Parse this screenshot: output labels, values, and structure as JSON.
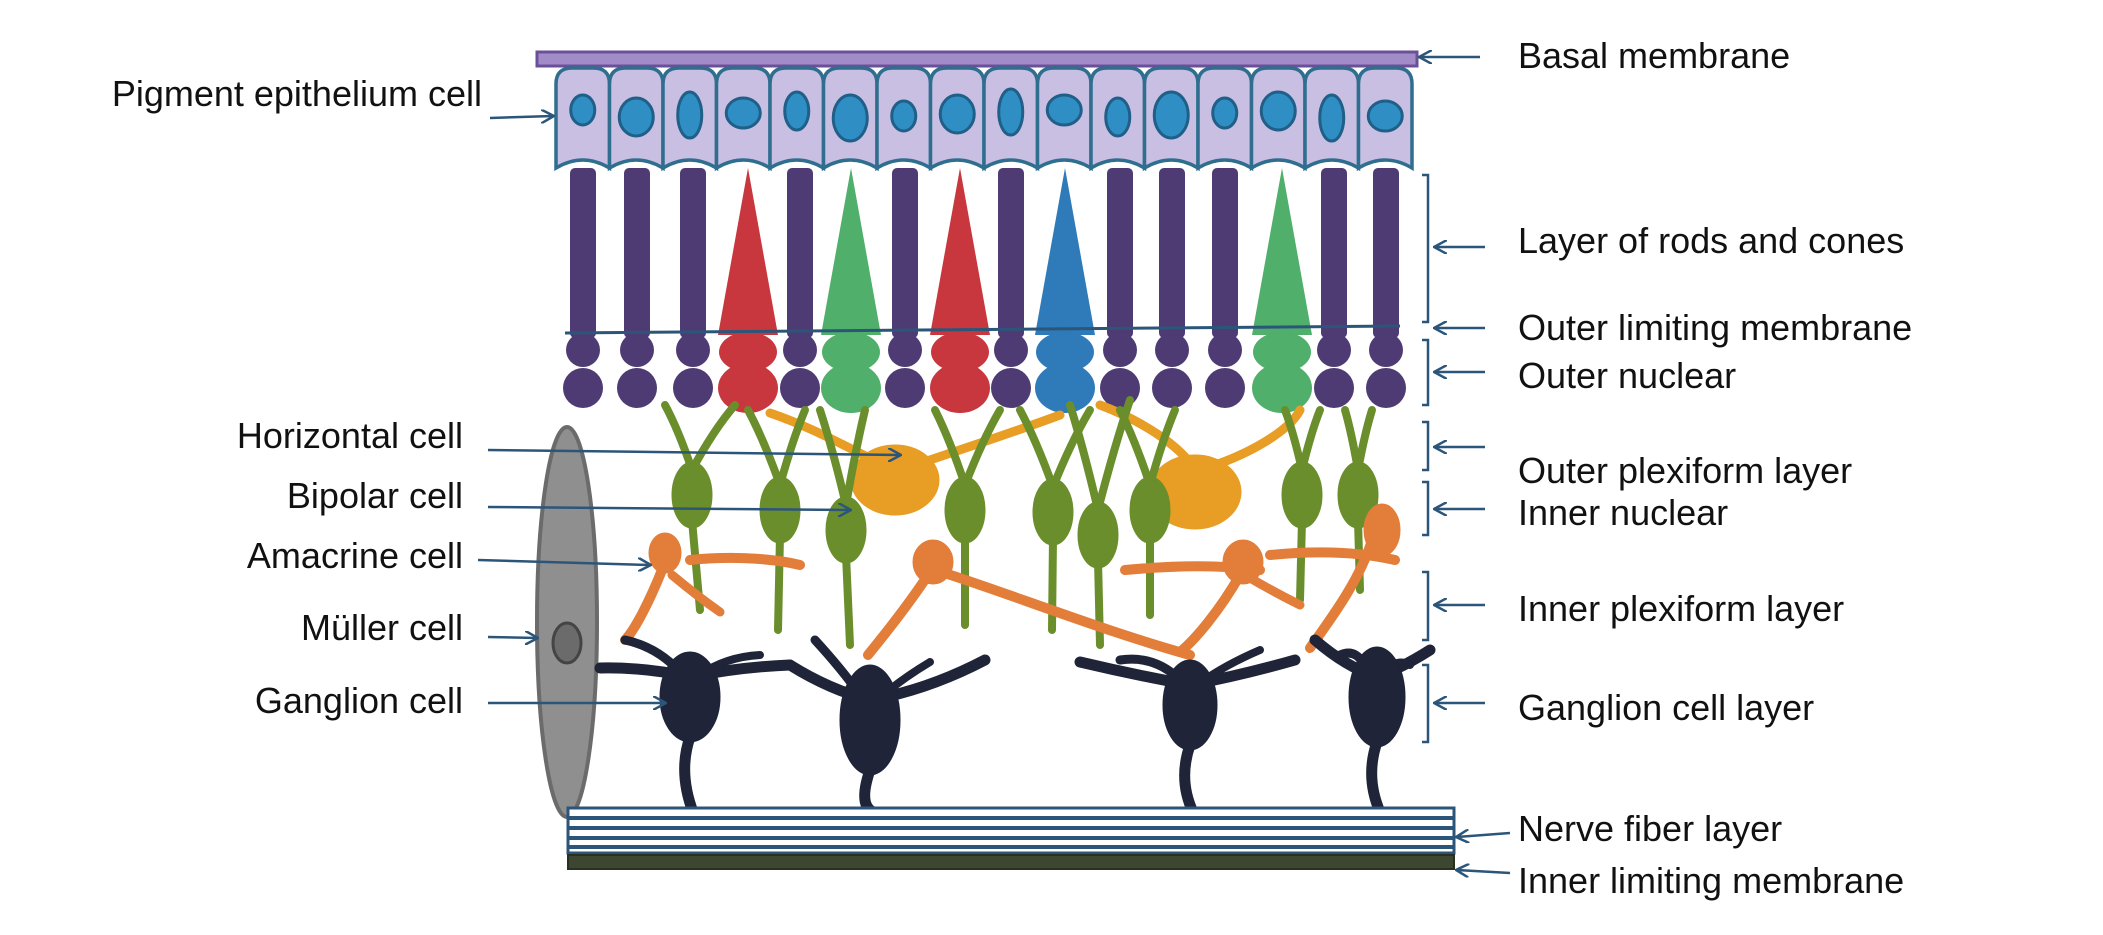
{
  "left_labels": [
    {
      "key": "pigment",
      "text": "Pigment epithelium cell"
    },
    {
      "key": "horizontal",
      "text": "Horizontal cell"
    },
    {
      "key": "bipolar",
      "text": "Bipolar cell"
    },
    {
      "key": "amacrine",
      "text": "Amacrine cell"
    },
    {
      "key": "muller",
      "text": "Müller cell"
    },
    {
      "key": "ganglion",
      "text": "Ganglion cell"
    }
  ],
  "right_labels": [
    {
      "key": "basal",
      "text": "Basal membrane"
    },
    {
      "key": "rods_cones",
      "text": "Layer of rods and cones"
    },
    {
      "key": "olm",
      "text": "Outer limiting membrane"
    },
    {
      "key": "outer_nuclear",
      "text": "Outer nuclear"
    },
    {
      "key": "opl",
      "text": "Outer plexiform layer"
    },
    {
      "key": "inner_nuclear",
      "text": "Inner nuclear"
    },
    {
      "key": "ipl",
      "text": "Inner plexiform layer"
    },
    {
      "key": "gcl",
      "text": "Ganglion cell layer"
    },
    {
      "key": "nfl",
      "text": "Nerve fiber layer"
    },
    {
      "key": "ilm",
      "text": "Inner limiting membrane"
    }
  ],
  "photoreceptors": [
    "rod",
    "rod",
    "rod",
    "red",
    "rod",
    "green",
    "rod",
    "red",
    "rod",
    "blue",
    "rod",
    "rod",
    "rod",
    "green",
    "rod",
    "rod"
  ],
  "colors": {
    "rod": "#4f3b74",
    "cone_red": "#c8373e",
    "cone_green": "#4faf6b",
    "cone_blue": "#2f7ab8",
    "pigment_fill": "#c9bfe3",
    "pigment_stroke": "#2f6e8e",
    "nucleus": "#2f8fc4",
    "bipolar": "#6b8e2c",
    "horizontal": "#e89d24",
    "amacrine": "#e27d3a",
    "ganglion": "#1f2438",
    "muller_fill": "#8f8f8f",
    "muller_stroke": "#6b6b6b",
    "nerve_fiber": "#2c557a",
    "inner_membrane": "#3c4630",
    "basal_fill": "#a28cc8",
    "basal_stroke": "#6a4f99",
    "arrow": "#2c557a"
  }
}
